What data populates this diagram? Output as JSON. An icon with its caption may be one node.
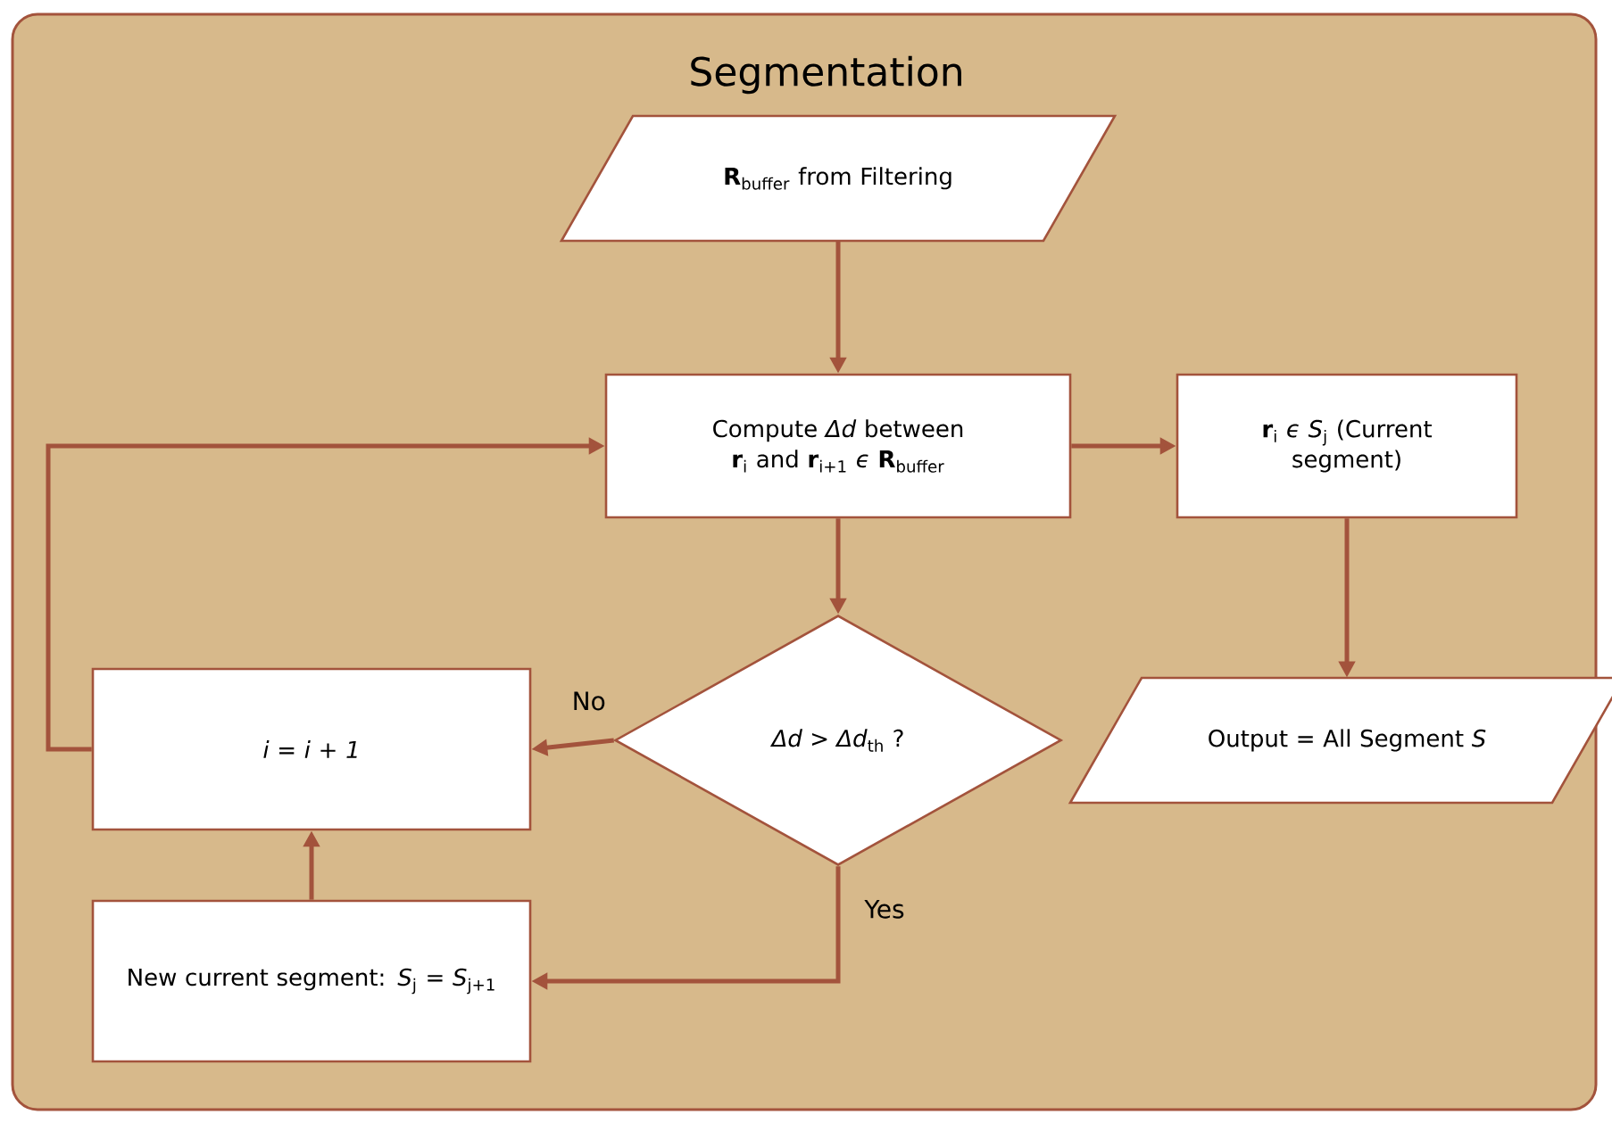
{
  "diagram": {
    "nodes": [
      {
        "text": [
          "Segmentation"
        ]
      },
      {
        "text": [
          "**R**$_{buffer}$ from Filtering"
        ],
        "in": 0
      },
      {
        "text": [
          "Compute *Δd* between **r**$_{i}$ and **r**$_{i+1}$ *ϵ* **R**$_{buffer}$"
        ],
        "in": 0
      },
      {
        "text": [
          "**r**$_{i}$ *ϵ S*$_{j}$ (Current segment)"
        ],
        "in": 0
      },
      {
        "text": [
          "*Δd* > *Δd*$_{th}$ ?"
        ],
        "in": 0
      },
      {
        "text": [
          "i = i + 1"
        ],
        "in": 0
      },
      {
        "text": [
          "New current segment: *S*$_{j}$ *= S*$_{j+1}$"
        ],
        "in": 0
      },
      {
        "text": [
          "Output = All Segment *S*"
        ],
        "in": 0
      }
    ],
    "edges": [
      {
        "from": 1,
        "to": 2,
        "arrow": "to"
      },
      {
        "from": 2,
        "to": 3,
        "arrow": "to"
      },
      {
        "from": 2,
        "to": 4,
        "arrow": "to"
      },
      {
        "from": 3,
        "to": 7,
        "arrow": "to"
      },
      {
        "from": 4,
        "to": 5,
        "arrow": "to",
        "label": "No"
      },
      {
        "from": 4,
        "to": 6,
        "arrow": "to",
        "label": "Yes"
      },
      {
        "from": 6,
        "to": 5,
        "arrow": "to"
      },
      {
        "from": 5,
        "to": 2,
        "arrow": "to"
      }
    ]
  }
}
